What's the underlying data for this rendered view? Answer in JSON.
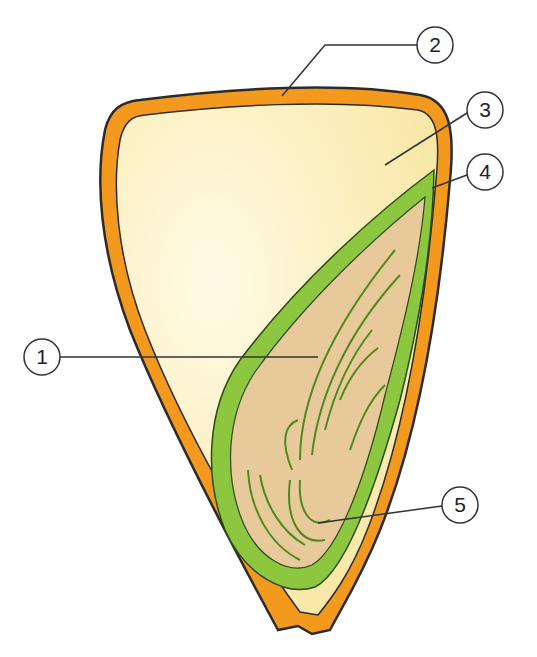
{
  "diagram": {
    "labels": [
      "2",
      "3",
      "4",
      "1",
      "5"
    ]
  }
}
